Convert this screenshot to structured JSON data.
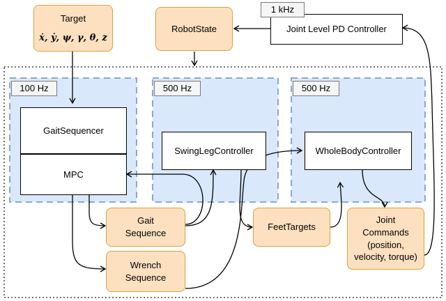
{
  "target": {
    "title": "Target",
    "symbols": "ẋ, ẏ, ψ, γ, θ, z"
  },
  "robot_state": {
    "label": "RobotState"
  },
  "pd_controller": {
    "label": "Joint Level PD Controller",
    "rate": "1 kHz"
  },
  "groups": [
    {
      "rate": "100 Hz"
    },
    {
      "rate": "500 Hz"
    },
    {
      "rate": "500 Hz"
    }
  ],
  "blocks": {
    "gait_sequencer": "GaitSequencer",
    "mpc": "MPC",
    "swing_leg_controller": "SwingLegController",
    "whole_body_controller": "WholeBodyController"
  },
  "outputs": {
    "gait_sequence": [
      "Gait",
      "Sequence"
    ],
    "wrench_sequence": [
      "Wrench",
      "Sequence"
    ],
    "feet_targets": "FeetTargets",
    "joint_commands": [
      "Joint",
      "Commands",
      "(position,",
      "velocity, torque)"
    ]
  },
  "colors": {
    "group_fill": "#dae8fc",
    "group_border": "#6c8ebf",
    "orange_fill": "#fde0bf",
    "orange_border": "#d9a13e"
  }
}
